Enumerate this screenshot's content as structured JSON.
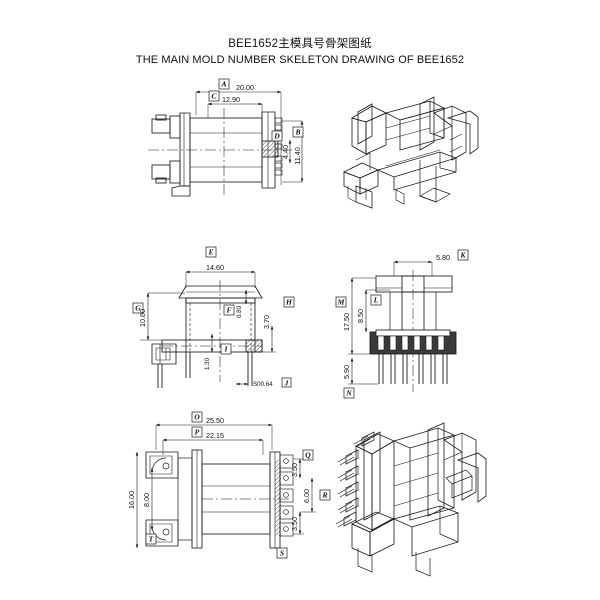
{
  "document": {
    "title_cn": "BEE1652主模具号骨架图纸",
    "title_en": "THE MAIN MOLD NUMBER SKELETON DRAWING OF BEE1652",
    "part_number": "BEE1652",
    "background_color": "#ffffff",
    "line_color": "#1a1a1a",
    "fill_color": "#3a3a3a"
  },
  "views": [
    {
      "id": "top-left-front-view",
      "name": "front-section-view",
      "position": "top-left",
      "type": "orthographic-section"
    },
    {
      "id": "top-right-iso-view",
      "name": "isometric-view-upper",
      "position": "top-right",
      "type": "isometric-3d"
    },
    {
      "id": "mid-left-side-view",
      "name": "side-section-view",
      "position": "middle-left",
      "type": "orthographic-section"
    },
    {
      "id": "mid-right-end-view",
      "name": "end-elevation-view",
      "position": "middle-right",
      "type": "orthographic"
    },
    {
      "id": "bottom-left-plan-view",
      "name": "plan-section-view",
      "position": "bottom-left",
      "type": "orthographic-section"
    },
    {
      "id": "bottom-right-iso-view",
      "name": "isometric-view-lower",
      "position": "bottom-right",
      "type": "isometric-3d"
    }
  ],
  "dimensions": {
    "A": {
      "label": "A",
      "value": "20.00",
      "view": "top-left-front-view"
    },
    "B": {
      "label": "B",
      "value": "11.40",
      "view": "top-left-front-view"
    },
    "C": {
      "label": "C",
      "value": "12.90",
      "view": "top-left-front-view"
    },
    "D": {
      "label": "D",
      "value": "4.40",
      "view": "top-left-front-view"
    },
    "E": {
      "label": "E",
      "value": "14.60",
      "view": "mid-left-side-view"
    },
    "F": {
      "label": "F",
      "value": "0.80",
      "view": "mid-left-side-view"
    },
    "G": {
      "label": "G",
      "value": "10.60",
      "view": "mid-left-side-view"
    },
    "H": {
      "label": "H",
      "value": "3.70",
      "view": "mid-left-side-view"
    },
    "I": {
      "label": "I",
      "value": "1.30",
      "view": "mid-left-side-view"
    },
    "J": {
      "label": "J",
      "value": "S00.64",
      "view": "mid-left-side-view"
    },
    "K": {
      "label": "K",
      "value": "5.80",
      "view": "mid-right-end-view"
    },
    "L": {
      "label": "L",
      "value": "8.50",
      "view": "mid-right-end-view"
    },
    "M": {
      "label": "M",
      "value": "17.50",
      "view": "mid-right-end-view"
    },
    "N": {
      "label": "N",
      "value": "5.90",
      "view": "mid-right-end-view"
    },
    "O": {
      "label": "O",
      "value": "25.50",
      "view": "bottom-left-plan-view"
    },
    "P": {
      "label": "P",
      "value": "22.15",
      "view": "bottom-left-plan-view"
    },
    "Q": {
      "label": "Q",
      "value": "3.50",
      "view": "bottom-left-plan-view"
    },
    "R": {
      "label": "R",
      "value": "6.00",
      "view": "bottom-left-plan-view"
    },
    "S": {
      "label": "S",
      "value": "3.50",
      "view": "bottom-left-plan-view"
    },
    "T": {
      "label": "T",
      "value": "8.00",
      "view": "bottom-left-plan-view"
    },
    "U": {
      "label": "",
      "value": "16.00",
      "view": "bottom-left-plan-view"
    }
  }
}
